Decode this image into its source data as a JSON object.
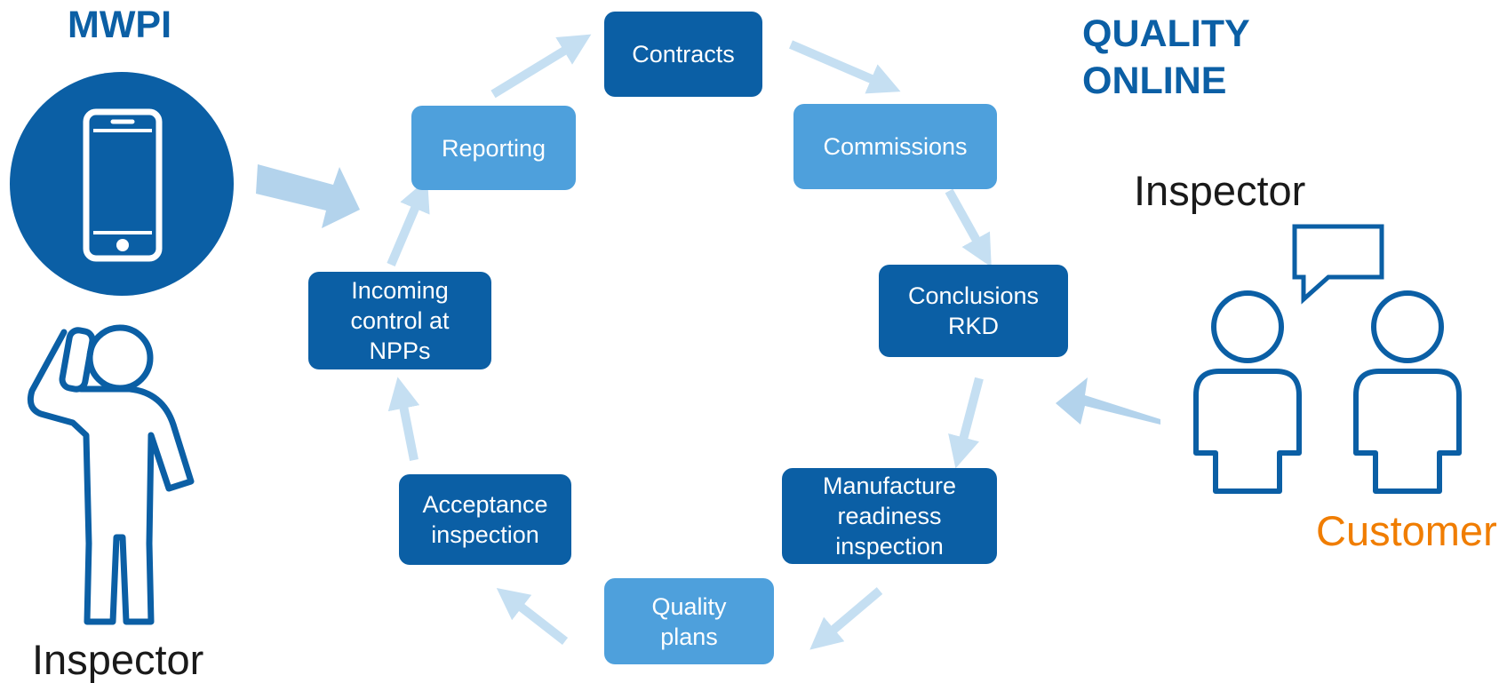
{
  "labels": {
    "mwpi": "MWPI",
    "quality_online": "QUALITY\nONLINE",
    "inspector_left": "Inspector",
    "inspector_right": "Inspector",
    "customer": "Customer"
  },
  "cycle": {
    "contracts": "Contracts",
    "commissions": "Commissions",
    "conclusions": "Conclusions\nRKD",
    "manufacture": "Manufacture\nreadiness\ninspection",
    "quality_plans": "Quality\nplans",
    "acceptance": "Acceptance\ninspection",
    "incoming": "Incoming\ncontrol  at\nNPPs",
    "reporting": "Reporting"
  },
  "icons": [
    "smartphone-icon",
    "person-phone-icon",
    "speech-bubble-icon",
    "person-icon"
  ],
  "colors": {
    "dark_blue": "#0b5fa5",
    "light_blue": "#4ea0dc",
    "arrow": "#c5dff2",
    "big_arrow": "#b3d3ec",
    "customer": "#f07d00"
  }
}
